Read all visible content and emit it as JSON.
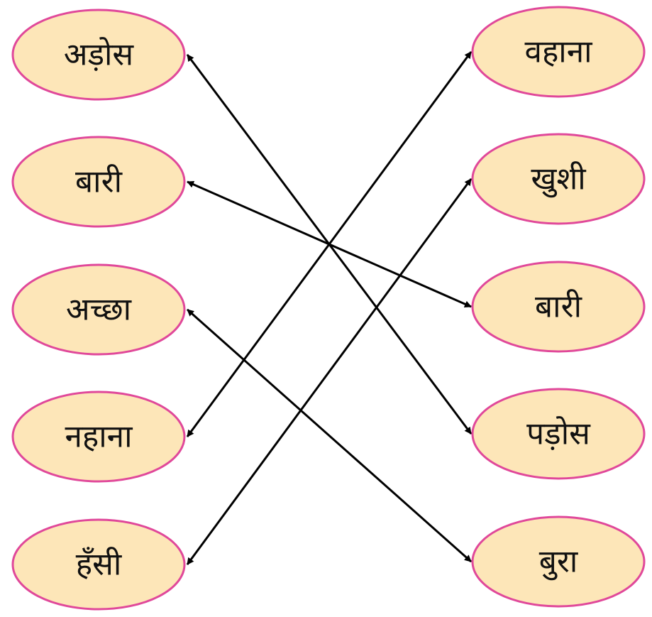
{
  "left_words": [
    "अड़ोस",
    "बारी",
    "अच्छा",
    "नहाना",
    "हँसी"
  ],
  "right_words": [
    "वहाना",
    "खुशी",
    "बारी",
    "पड़ोस",
    "बुरा"
  ],
  "connections": [
    {
      "from": 0,
      "to": 3
    },
    {
      "from": 1,
      "to": 2
    },
    {
      "from": 2,
      "to": 4
    },
    {
      "from": 3,
      "to": 0
    },
    {
      "from": 4,
      "to": 1
    }
  ],
  "colors": {
    "node_fill": "#fde6b8",
    "node_border": "#e0489a",
    "arrow": "#000000"
  }
}
